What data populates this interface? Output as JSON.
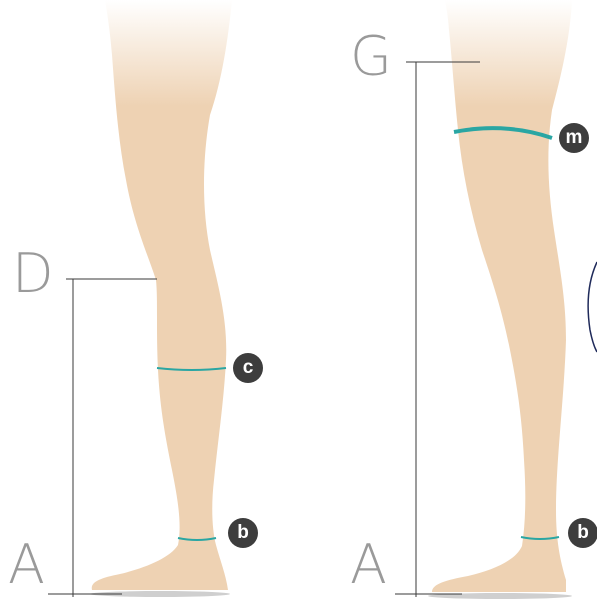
{
  "diagram": {
    "left_leg": {
      "height_labels": {
        "top": "D",
        "bottom": "A"
      },
      "circumference_labels": [
        "c",
        "b"
      ]
    },
    "right_leg": {
      "height_labels": {
        "top": "G",
        "bottom": "A"
      },
      "circumference_labels": [
        "m",
        "b"
      ]
    },
    "colors": {
      "skin": "#eed2b3",
      "measure_line": "#2aa6a3",
      "ruler_line": "#3a3a3a",
      "label_text": "#9a9a9a",
      "badge_bg": "#3d3d3d"
    }
  }
}
